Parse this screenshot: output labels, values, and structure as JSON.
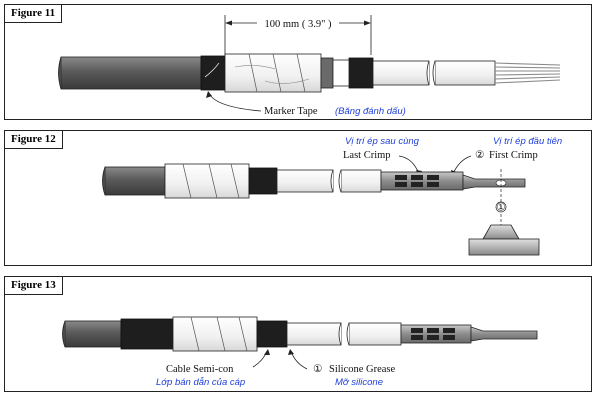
{
  "figure11": {
    "label": "Figure 11",
    "dimension_text": "100 mm ( 3.9\" )",
    "marker_tape_en": "Marker Tape",
    "marker_tape_vi": "(Băng đánh dấu)"
  },
  "figure12": {
    "label": "Figure 12",
    "last_crimp_vi": "Vị trí ép sau cùng",
    "last_crimp_en": "Last Crimp",
    "first_crimp_vi": "Vị trí ép đầu tiên",
    "first_crimp_en": "First Crimp",
    "first_crimp_num": "②",
    "die_num": "①"
  },
  "figure13": {
    "label": "Figure 13",
    "semicon_en": "Cable Semi-con",
    "semicon_vi": "Lớp bán dẫn của cáp",
    "grease_num": "①",
    "grease_en": "Silicone Grease",
    "grease_vi": "Mỡ silicone"
  },
  "colors": {
    "jacket": "#6e6e6e",
    "tape": "#1e1e1e",
    "insulation": "#ffffff",
    "annotation_blue": "#1f3fd8",
    "conductor": "#9a9a9a"
  }
}
